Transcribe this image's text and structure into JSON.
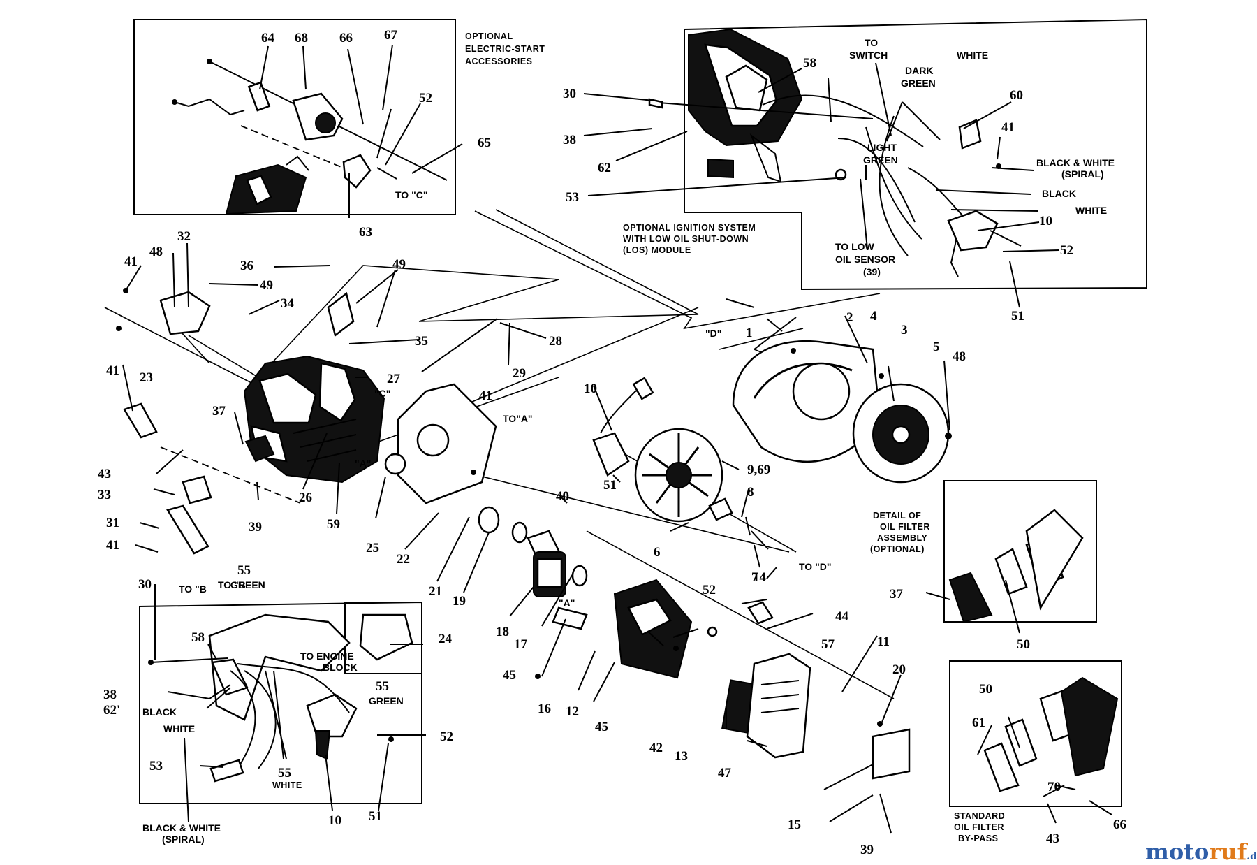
{
  "insets": {
    "electric_start": "OPTIONAL ELECTRIC-START ACCESSORIES",
    "ignition": "OPTIONAL IGNITION SYSTEM WITH LOW OIL SHUT-DOWN (LOS) MODULE",
    "oil_filter_detail": "DETAIL OF OIL FILTER ASSEMBLY (OPTIONAL)",
    "oil_filter_bypass": "STANDARD OIL FILTER BY-PASS"
  },
  "wire_labels": {
    "to_switch": "TO SWITCH",
    "dark_green": "DARK GREEN",
    "white": "WHITE",
    "light_green": "LIGHT GREEN",
    "black_white_spiral": "BLACK & WHITE (SPIRAL)",
    "black": "BLACK",
    "to_low_oil_sensor": "TO LOW OIL SENSOR (39)",
    "to_engine_block": "TO ENGINE BLOCK",
    "green": "GREEN",
    "white_small": "WHITE",
    "black_white_spiral_bottom": "BLACK & WHITE (SPIRAL)"
  },
  "refs": {
    "to_c": "TO \"C\"",
    "to_a": "TO\"A\"",
    "to_b": "TO \"B",
    "to_d": "TO \"D\"",
    "d": "\"D\"",
    "c": "\"C\"",
    "a": "\"A\"",
    "a2": "\"A\""
  },
  "part_numbers": {
    "p64": "64",
    "p68": "68",
    "p66a": "66",
    "p67": "67",
    "p52a": "52",
    "p65": "65",
    "p63": "63",
    "p30a": "30",
    "p58a": "58",
    "p38a": "38",
    "p62a": "62",
    "p53a": "53",
    "p60": "60",
    "p41a": "41",
    "p10a": "10",
    "p52b": "52",
    "p51a": "51",
    "p32": "32",
    "p48a": "48",
    "p36": "36",
    "p49a": "49",
    "p49b": "49",
    "p41b": "41",
    "p34": "34",
    "p35": "35",
    "p41c": "41",
    "p23": "23",
    "p27": "27",
    "p28": "28",
    "p29": "29",
    "p1": "1",
    "p2": "2",
    "p4": "4",
    "p3": "3",
    "p5": "5",
    "p48b": "48",
    "p37a": "37",
    "p43a": "43",
    "p33": "33",
    "p26": "26",
    "p59": "59",
    "p39a": "39",
    "p31": "31",
    "p41d": "41",
    "p41e": "41",
    "p10b": "10",
    "p9": "9,69",
    "p51b": "51",
    "p8": "8",
    "p40": "40",
    "p25": "25",
    "p22": "22",
    "p21": "21",
    "p19": "19",
    "p6": "6",
    "p7": "7",
    "p18": "18",
    "p17": "17",
    "p14": "14",
    "p52c": "52",
    "p44": "44",
    "p57": "57",
    "p11": "11",
    "p20": "20",
    "p16": "16",
    "p12": "12",
    "p45a": "45",
    "p45b": "45",
    "p42": "42",
    "p13": "13",
    "p47": "47",
    "p15": "15",
    "p39b": "39",
    "p37b": "37",
    "p50a": "50",
    "p30b": "30",
    "p55a": "55",
    "p58b": "58",
    "p24": "24",
    "p38b": "38",
    "p62b": "62'",
    "p53b": "53",
    "p55c": "55",
    "p52d": "52",
    "p51c": "51",
    "p10c": "10",
    "p55b": "55",
    "p50b": "50",
    "p61": "61",
    "p70": "70",
    "p66b": "66",
    "p43b": "43"
  },
  "watermark": {
    "main": "motoruf",
    "tld": ".de",
    "blue": "#2f5ea8",
    "orange": "#e07a1a"
  }
}
